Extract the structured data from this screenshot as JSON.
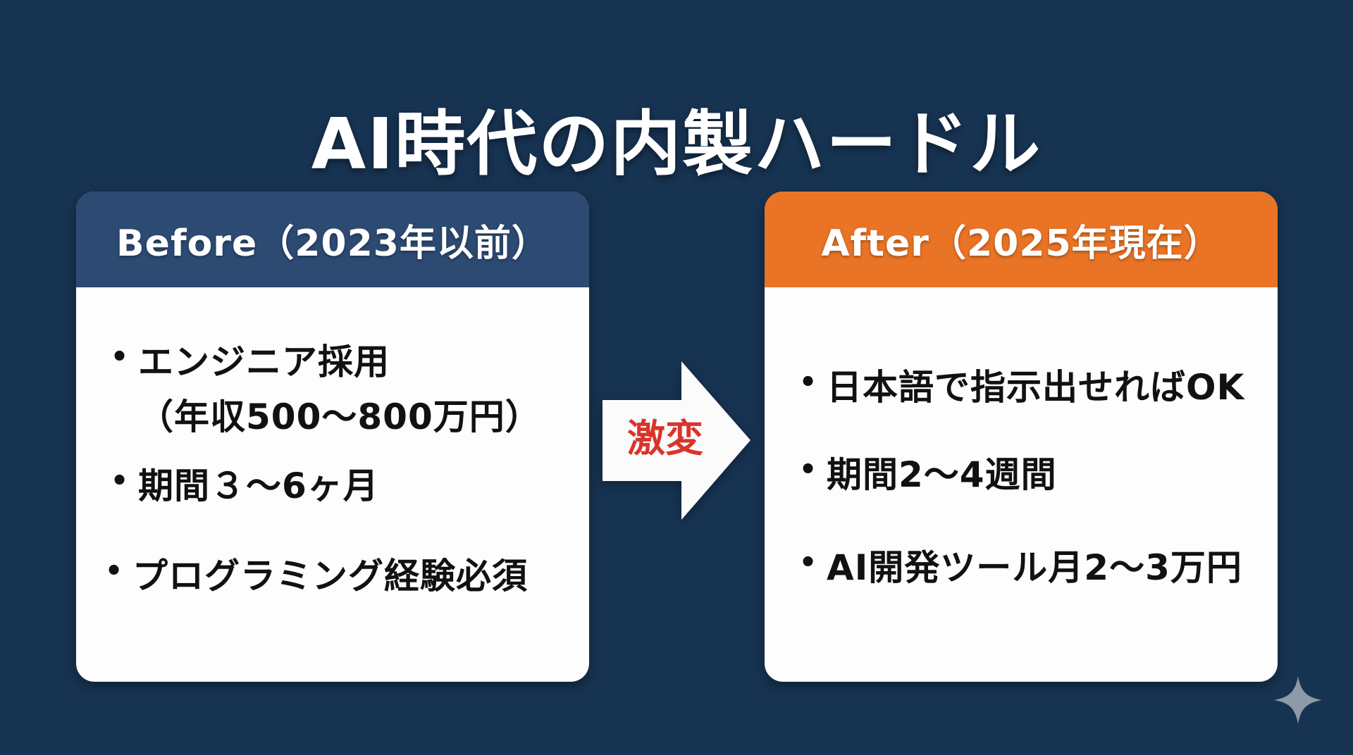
{
  "title": "AI時代の内製ハードル",
  "before": {
    "header": "Before（2023年以前）",
    "header_color": "#2d4a73",
    "items": [
      "エンジニア採用\n（年収500〜800万円）",
      "期間３〜6ヶ月",
      "プログラミング経験必須"
    ]
  },
  "transition": {
    "label": "激変",
    "label_color": "#d9342b",
    "icon": "right-arrow-icon"
  },
  "after": {
    "header": "After（2025年現在）",
    "header_color": "#ea7425",
    "items": [
      "日本語で指示出せればOK",
      "期間2〜4週間",
      "AI開発ツール月2〜3万円"
    ]
  },
  "bullet_glyph": "•",
  "watermark_icon": "sparkle-icon",
  "colors": {
    "background": "#173352",
    "card_body": "#fdfdfd",
    "text": "#111111"
  }
}
